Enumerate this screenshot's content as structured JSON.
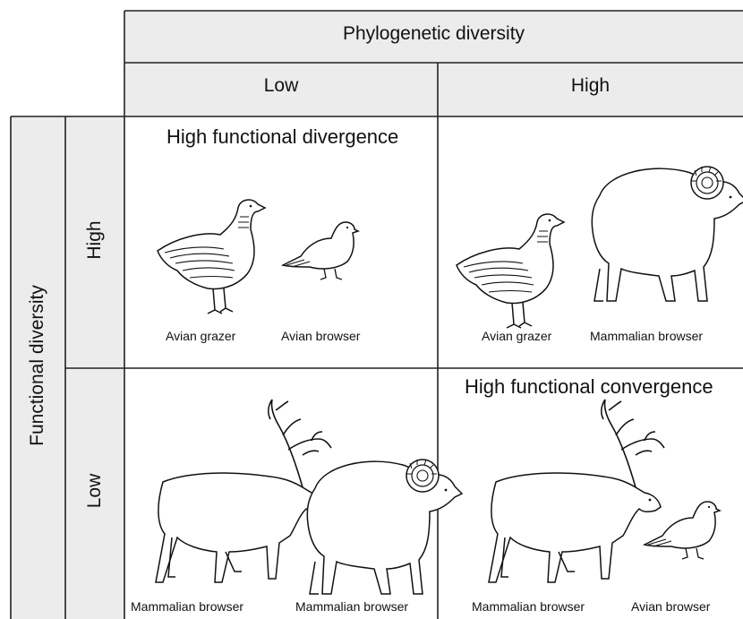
{
  "header": {
    "phylogenetic_title": "Phylogenetic diversity",
    "col_low": "Low",
    "col_high": "High",
    "functional_title": "Functional diversity",
    "row_high": "High",
    "row_low": "Low"
  },
  "cells": {
    "top_left": {
      "annotation": "High functional divergence",
      "labels": [
        "Avian grazer",
        "Avian browser"
      ],
      "animals": [
        "goose",
        "ptarmigan"
      ]
    },
    "top_right": {
      "annotation": "",
      "labels": [
        "Avian grazer",
        "Mammalian browser"
      ],
      "animals": [
        "goose",
        "bighorn-sheep"
      ]
    },
    "bottom_left": {
      "annotation": "",
      "labels": [
        "Mammalian browser",
        "Mammalian browser"
      ],
      "animals": [
        "caribou",
        "bighorn-sheep"
      ]
    },
    "bottom_right": {
      "annotation": "High functional convergence",
      "labels": [
        "Mammalian browser",
        "Avian browser"
      ],
      "animals": [
        "caribou",
        "ptarmigan"
      ]
    }
  }
}
